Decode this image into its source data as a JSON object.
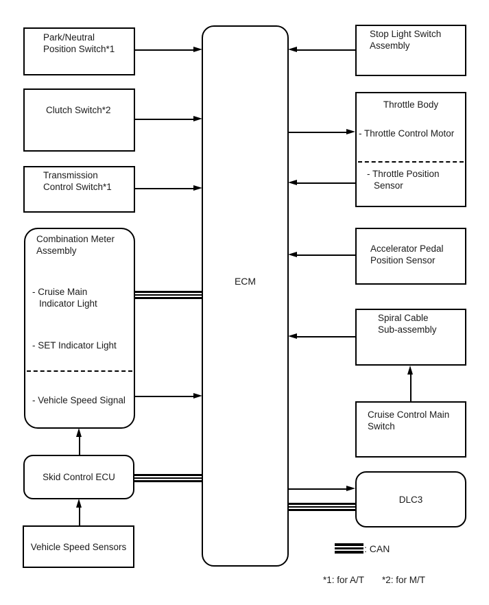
{
  "ecm": {
    "label": "ECM"
  },
  "left": {
    "park_neutral": "Park/Neutral\nPosition Switch*1",
    "clutch": "Clutch Switch*2",
    "transmission": "Transmission\nControl Switch*1",
    "combination_meter": {
      "title": "Combination Meter\nAssembly",
      "cruise_main": "- Cruise Main\nIndicator Light",
      "set_indicator": "- SET Indicator Light",
      "vehicle_speed_signal": "- Vehicle Speed Signal"
    },
    "skid_control": "Skid Control ECU",
    "vehicle_speed_sensors": "Vehicle Speed Sensors"
  },
  "right": {
    "stop_light": "Stop Light Switch\nAssembly",
    "throttle_body": {
      "title": "Throttle Body",
      "control_motor": "- Throttle Control Motor",
      "position_sensor": "- Throttle Position\nSensor"
    },
    "accelerator": "Accelerator Pedal\nPosition Sensor",
    "spiral_cable": "Spiral Cable\nSub-assembly",
    "cruise_main_switch": "Cruise Control Main\nSwitch",
    "dlc3": "DLC3"
  },
  "legend": {
    "can_label": ": CAN",
    "footnote_1": "*1: for A/T",
    "footnote_2": "*2: for M/T"
  },
  "colors": {
    "line": "#000000",
    "background": "#ffffff"
  }
}
